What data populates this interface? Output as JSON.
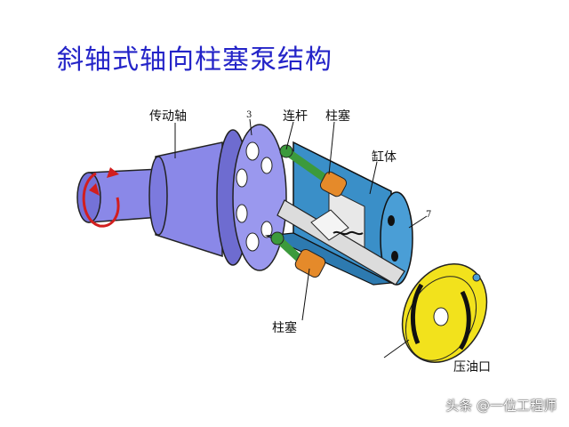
{
  "title": "斜轴式轴向柱塞泵结构",
  "labels": {
    "drive_shaft": "传动轴",
    "connecting_rod": "连杆",
    "plunger_top": "柱塞",
    "cylinder_block": "缸体",
    "plunger_bottom": "柱塞",
    "oil_port": "压油口",
    "part_3": "3",
    "part_7": "7"
  },
  "watermark": "头条 @一位工程师",
  "colors": {
    "title": "#2424c8",
    "shaft": "#8a88e8",
    "cylinder": "#3a8fc8",
    "plunger": "#e58a2a",
    "rod": "#3c9a3c",
    "valve_plate": "#f2e21c",
    "arrow": "#d21e1e"
  }
}
